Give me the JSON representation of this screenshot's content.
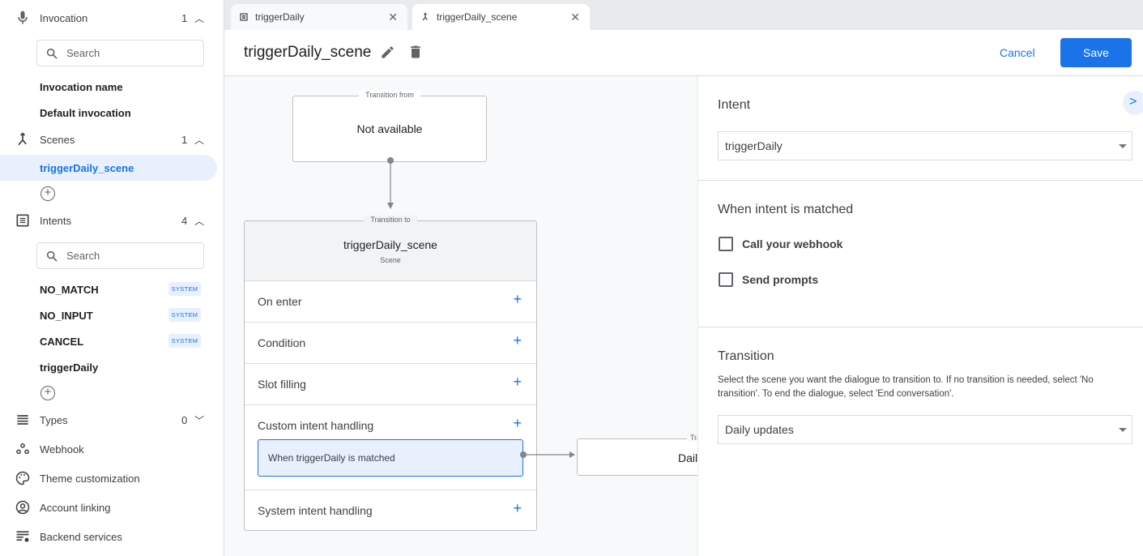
{
  "sidebar": {
    "invocation": {
      "label": "Invocation",
      "count": "1",
      "search_placeholder": "Search",
      "items": [
        "Invocation name",
        "Default invocation"
      ]
    },
    "scenes": {
      "label": "Scenes",
      "count": "1",
      "items": [
        "triggerDaily_scene"
      ]
    },
    "intents": {
      "label": "Intents",
      "count": "4",
      "search_placeholder": "Search",
      "items": [
        {
          "name": "NO_MATCH",
          "badge": "SYSTEM"
        },
        {
          "name": "NO_INPUT",
          "badge": "SYSTEM"
        },
        {
          "name": "CANCEL",
          "badge": "SYSTEM"
        },
        {
          "name": "triggerDaily",
          "badge": ""
        }
      ]
    },
    "types": {
      "label": "Types",
      "count": "0"
    },
    "nav": [
      "Webhook",
      "Theme customization",
      "Account linking",
      "Backend services"
    ]
  },
  "tabs": [
    {
      "label": "triggerDaily",
      "icon": "intent-icon"
    },
    {
      "label": "triggerDaily_scene",
      "icon": "scene-icon",
      "active": true
    }
  ],
  "header": {
    "title": "triggerDaily_scene",
    "cancel": "Cancel",
    "save": "Save"
  },
  "canvas": {
    "from": {
      "legend": "Transition from",
      "text": "Not available"
    },
    "to": {
      "legend": "Transition to",
      "title": "triggerDaily_scene",
      "subtitle": "Scene"
    },
    "rows": [
      "On enter",
      "Condition",
      "Slot filling",
      "Custom intent handling",
      "System intent handling"
    ],
    "handler": "When triggerDaily is matched",
    "target": {
      "legend": "Transition to",
      "text": "Daily updates"
    }
  },
  "panel": {
    "intent_heading": "Intent",
    "intent_value": "triggerDaily",
    "matched_heading": "When intent is matched",
    "checkboxes": [
      {
        "label": "Call your webhook",
        "checked": false
      },
      {
        "label": "Send prompts",
        "checked": false
      }
    ],
    "transition_heading": "Transition",
    "transition_desc": "Select the scene you want the dialogue to transition to. If no transition is needed, select 'No transition'. To end the dialogue, select 'End conversation'.",
    "transition_value": "Daily updates"
  },
  "colors": {
    "accent": "#1a73e8",
    "selected_bg": "#e8f0fe"
  }
}
